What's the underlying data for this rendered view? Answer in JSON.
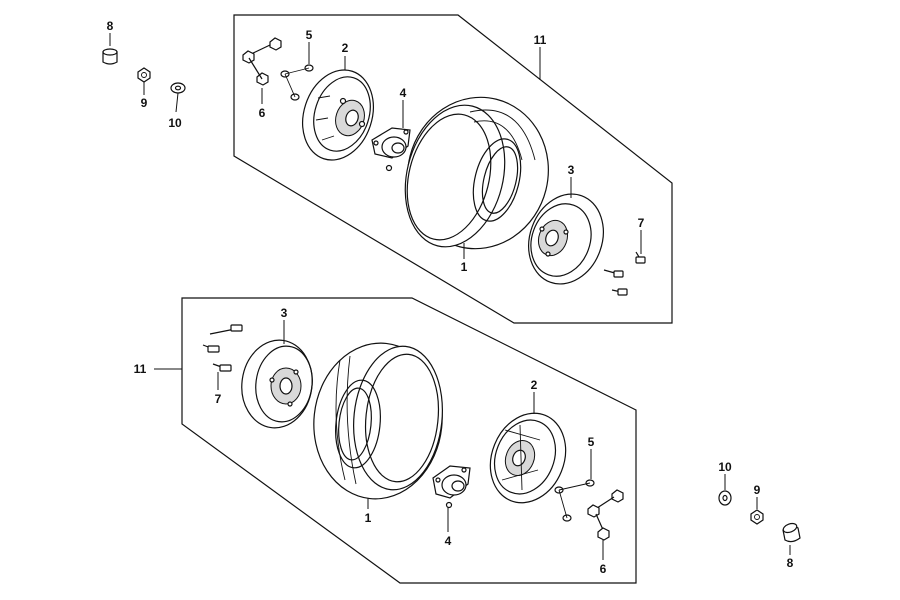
{
  "callouts": {
    "c1": "8",
    "c2": "9",
    "c3": "10",
    "c4": "5",
    "c5": "2",
    "c6": "11",
    "c7": "4",
    "c8": "6",
    "c9": "3",
    "c10": "7",
    "c11": "1",
    "c12": "3",
    "c13": "11",
    "c14": "7",
    "c15": "2",
    "c16": "5",
    "c17": "1",
    "c18": "4",
    "c19": "6",
    "c20": "10",
    "c21": "9",
    "c22": "8"
  }
}
